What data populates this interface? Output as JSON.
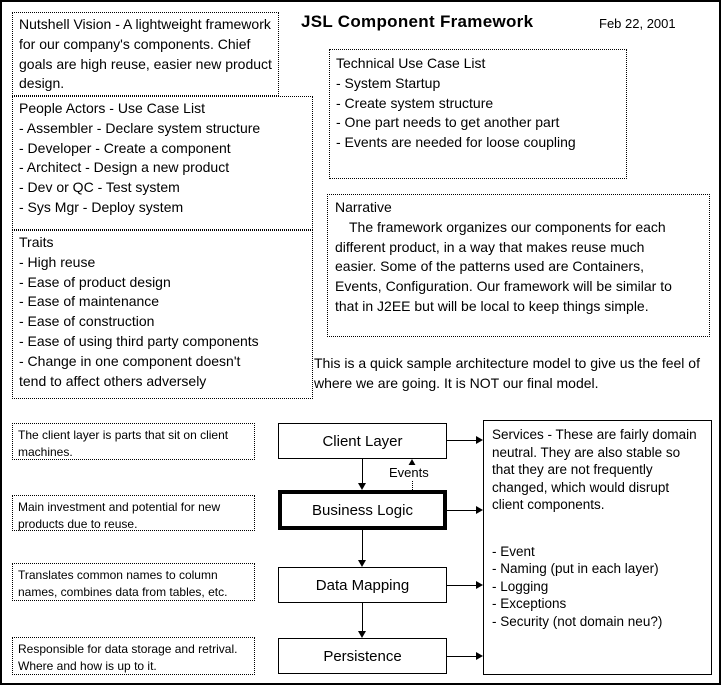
{
  "header": {
    "title": "JSL Component Framework",
    "date": "Feb 22, 2001"
  },
  "top": {
    "nutshell": "Nutshell Vision - A lightweight framework for our company's components. Chief goals are high reuse, easier new product design.",
    "people_actors": {
      "title": "People Actors - Use Case List",
      "items": [
        "- Assembler - Declare system structure",
        "- Developer - Create a component",
        "- Architect - Design a new product",
        "- Dev or QC - Test system",
        "- Sys Mgr - Deploy system"
      ]
    },
    "traits": {
      "title": "Traits",
      "items": [
        "- High reuse",
        "- Ease of product design",
        "- Ease of maintenance",
        "- Ease of construction",
        "- Ease of using third party components",
        "- Change in one component doesn't",
        "tend to affect others adversely"
      ]
    },
    "technical": {
      "title": "Technical Use Case List",
      "items": [
        "- System Startup",
        "- Create system structure",
        "- One part needs to get another part",
        "- Events are needed for loose coupling"
      ]
    },
    "narrative": {
      "title": "Narrative",
      "body": "The framework organizes our components for each different product, in a way that makes reuse much easier. Some of the patterns used are Containers, Events, Configuration. Our framework will be similar to that in J2EE but will be local to keep things simple."
    },
    "sample_note": "This is a quick sample architecture model to give us the feel of where we are going. It is NOT our final model."
  },
  "diagram": {
    "notes": {
      "client": "The client layer is parts that sit on client machines.",
      "business": "Main investment and potential for new products due to reuse.",
      "data": "Translates common names to column names, combines data from tables, etc.",
      "persistence": "Responsible for data storage and retrival. Where and how is up to it."
    },
    "layers": {
      "client": "Client Layer",
      "business": "Business Logic",
      "data": "Data Mapping",
      "persistence": "Persistence"
    },
    "events_label": "Events",
    "services": {
      "body": "Services - These are fairly domain neutral. They are also stable so that they are not frequently changed, which would disrupt client components.",
      "items": [
        "- Event",
        "- Naming (put in each layer)",
        "- Logging",
        "- Exceptions",
        "- Security (not domain neu?)"
      ]
    }
  },
  "colors": {
    "ink": "#000000",
    "paper": "#ffffff"
  }
}
